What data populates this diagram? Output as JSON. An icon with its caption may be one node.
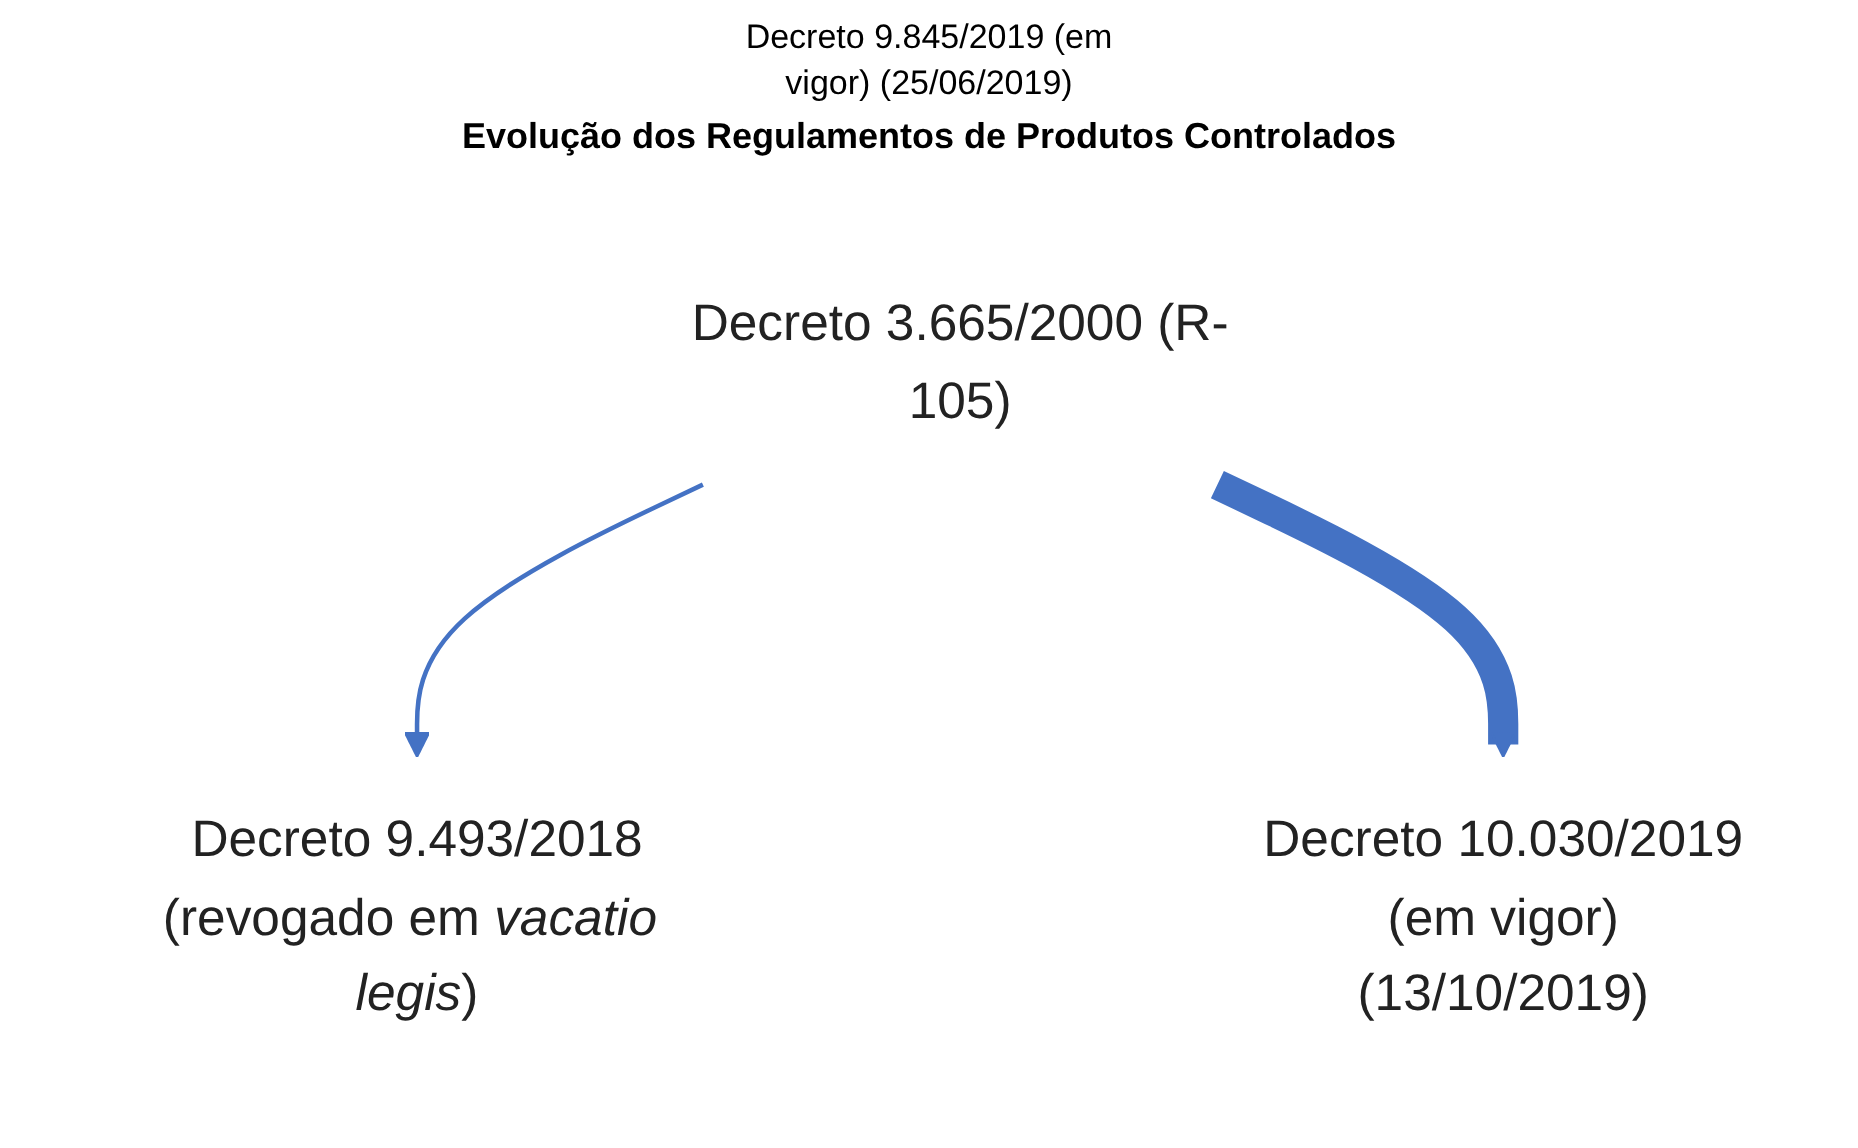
{
  "diagram": {
    "title": "Evolução dos Regulamentos de Produtos Controlados",
    "nodes": [
      {
        "text": [
          "Decreto 3.665/2000 (R-105)"
        ]
      },
      {
        "text": [
          "Decreto 9.493/2018",
          "(revogado em *vacatio legis*)"
        ]
      },
      {
        "text": [
          "Decreto 10.030/2019",
          "(em vigor)",
          "(13/10/2019)"
        ]
      }
    ],
    "edges": [
      {
        "from": 0,
        "to": 1,
        "arrow": "to"
      },
      {
        "from": 0,
        "to": 2,
        "arrow": "to",
        "style": "thick"
      }
    ],
    "labels": [
      "Decreto 9.845/2019 (em vigor) (25/06/2019)"
    ]
  }
}
